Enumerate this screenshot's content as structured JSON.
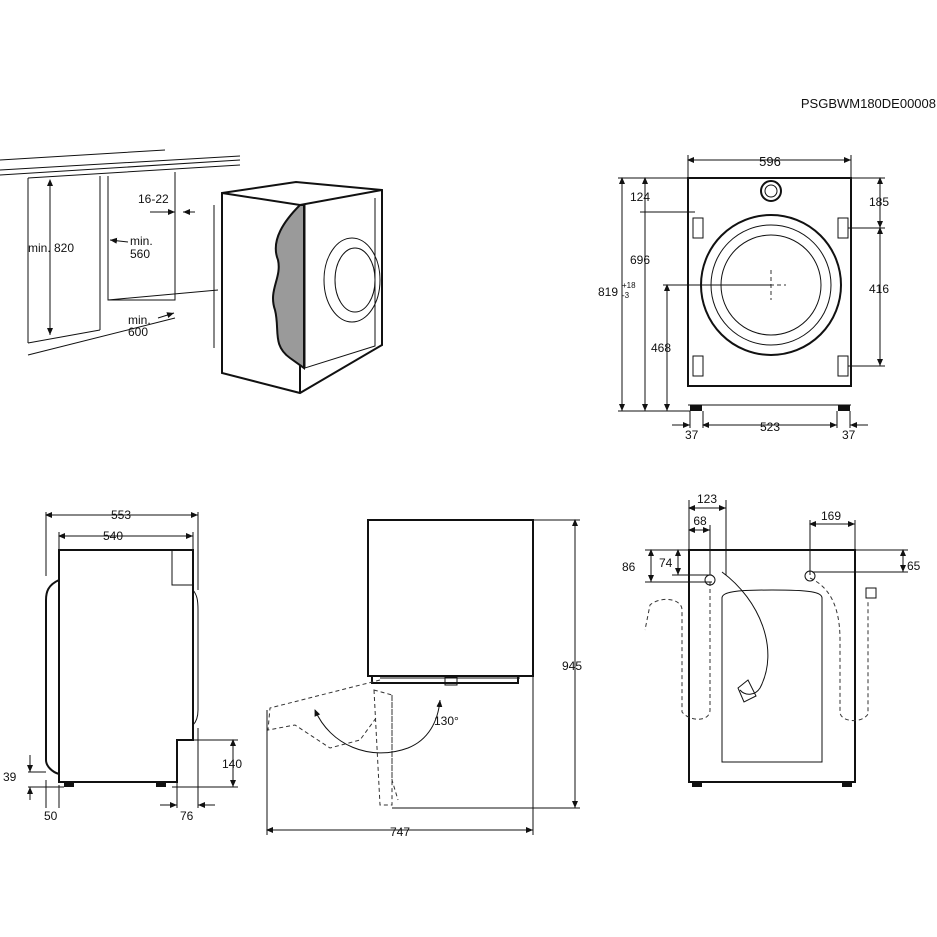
{
  "document_code": "PSGBWM180DE00008",
  "niche": {
    "height_label": "min. 820",
    "depth_label": "16-22",
    "width_inner_label": "min.\n560",
    "width_outer_label": "min.\n600"
  },
  "front": {
    "width": "596",
    "top_to_hinge": "124",
    "right_top": "185",
    "hinge_height": "696",
    "total_height_base": "819",
    "total_height_sup": "+18",
    "total_height_sub": "-3",
    "door_center": "468",
    "hinge_spacing": "416",
    "foot_left": "37",
    "foot_span": "523",
    "foot_right": "37"
  },
  "side": {
    "total_depth": "553",
    "body_depth": "540",
    "foot_height": "39",
    "foot_offset": "50",
    "rear_offset": "76",
    "rear_step": "140"
  },
  "top_view": {
    "height": "945",
    "door_open_depth": "747",
    "door_angle": "130°"
  },
  "rear": {
    "drain_offset": "123",
    "drain_inner": "68",
    "inlet_offset": "169",
    "drain_height_a": "86",
    "drain_height_b": "74",
    "inlet_height": "65"
  }
}
